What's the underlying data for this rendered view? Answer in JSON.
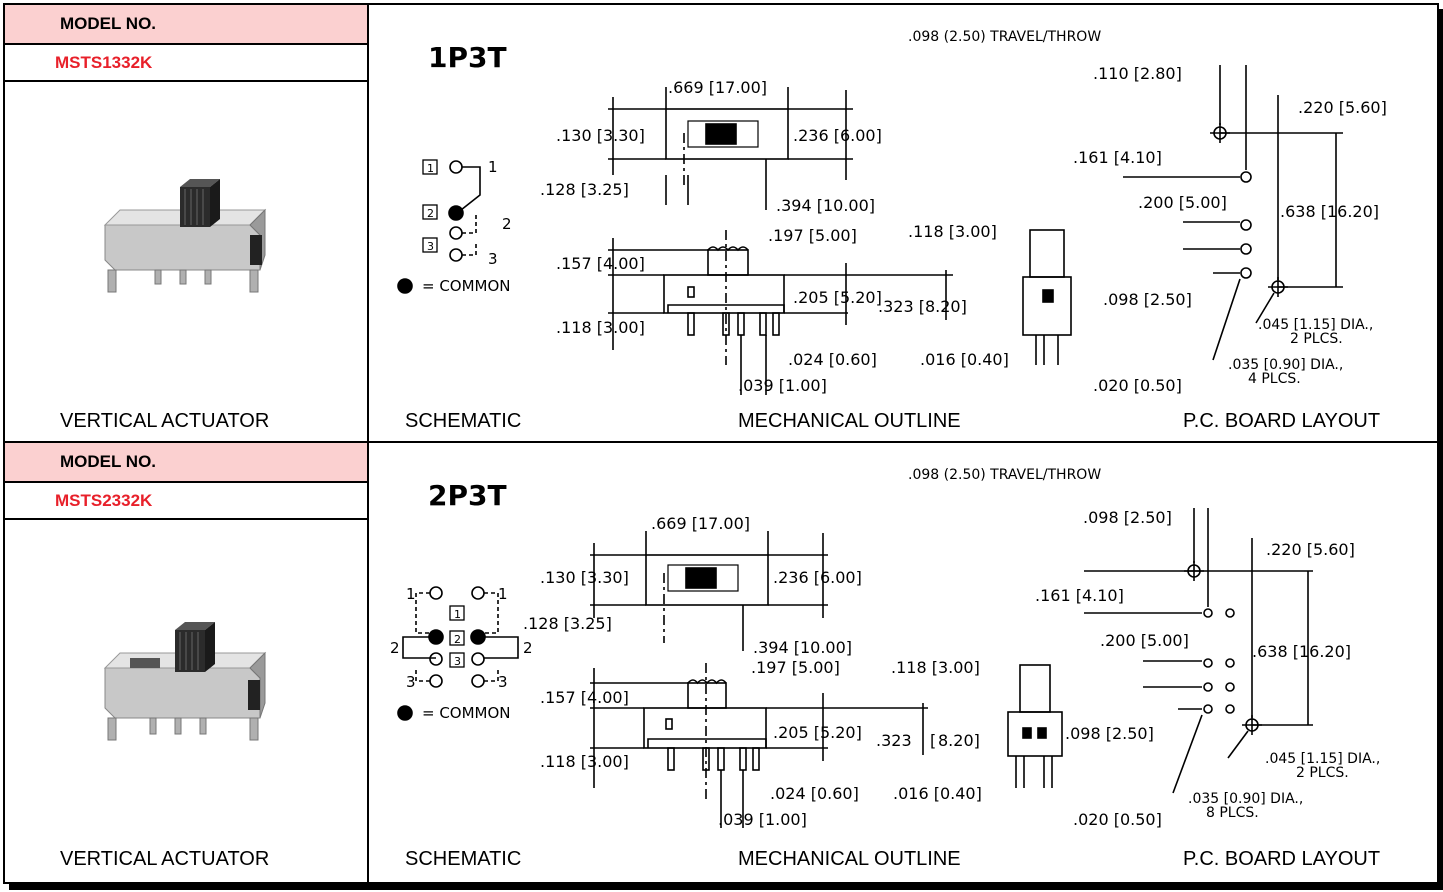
{
  "panels": [
    {
      "model_header": "MODEL NO.",
      "model_number": "MSTS1332K",
      "product_caption": "VERTICAL ACTUATOR",
      "pole_type": "1P3T",
      "travel_note": ".098 (2.50) TRAVEL/THROW",
      "schematic_caption": "SCHEMATIC",
      "mechanical_caption": "MECHANICAL OUTLINE",
      "pcb_caption": "P.C. BOARD LAYOUT",
      "common_label": "= COMMON",
      "schematic_labels": {
        "pos1": "1",
        "pos2": "2",
        "pos3": "3"
      },
      "dims": {
        "width": ".669 [17.00]",
        "height_top": ".130 [3.30]",
        "depth": ".236 [6.00]",
        "offset": ".128 [3.25]",
        "body_half": ".394 [10.00]",
        "actuator": ".197 [5.00]",
        "act_height": ".157 [4.00]",
        "body_h": ".205 [5.20]",
        "overall_h": ".323 [8.20]",
        "pin_h": ".118 [3.00]",
        "pin_w": ".024 [0.60]",
        "pin_pitch": ".039 [1.00]",
        "side_w": ".118 [3.00]",
        "side_pin": ".016 [0.40]",
        "side_pin2": ".020 [0.50]"
      },
      "pcb": {
        "d1": ".110 [2.80]",
        "d2": ".220 [5.60]",
        "d3": ".161 [4.10]",
        "d4": ".200 [5.00]",
        "d5": ".638 [16.20]",
        "d6": ".098 [2.50]",
        "mount_hole": ".045 [1.15] DIA.,",
        "mount_count": "2 PLCS.",
        "pin_hole": ".035 [0.90] DIA.,",
        "pin_count": "4 PLCS."
      }
    },
    {
      "model_header": "MODEL NO.",
      "model_number": "MSTS2332K",
      "product_caption": "VERTICAL ACTUATOR",
      "pole_type": "2P3T",
      "travel_note": ".098 (2.50) TRAVEL/THROW",
      "schematic_caption": "SCHEMATIC",
      "mechanical_caption": "MECHANICAL OUTLINE",
      "pcb_caption": "P.C. BOARD LAYOUT",
      "common_label": "= COMMON",
      "schematic_labels": {
        "pos1": "1",
        "pos2": "2",
        "pos3": "3"
      },
      "dims": {
        "width": ".669 [17.00]",
        "height_top": ".130 [3.30]",
        "depth": ".236 [6.00]",
        "offset": ".128 [3.25]",
        "body_half": ".394 [10.00]",
        "actuator": ".197 [5.00]",
        "act_height": ".157 [4.00]",
        "body_h": ".205 [5.20]",
        "overall_h": ".323",
        "overall_h2": "8.20]",
        "pin_h": ".118 [3.00]",
        "pin_w": ".024 [0.60]",
        "pin_pitch": ".039 [1.00]",
        "side_w": ".118 [3.00]",
        "side_pin": ".016 [0.40]",
        "side_pin2": ".020 [0.50]"
      },
      "pcb": {
        "d1": ".098 [2.50]",
        "d2": ".220 [5.60]",
        "d3": ".161 [4.10]",
        "d4": ".200 [5.00]",
        "d5": ".638 [16.20]",
        "d6": ".098 [2.50]",
        "mount_hole": ".045 [1.15] DIA.,",
        "mount_count": "2 PLCS.",
        "pin_hole": ".035 [0.90] DIA.,",
        "pin_count": "8 PLCS."
      }
    }
  ]
}
